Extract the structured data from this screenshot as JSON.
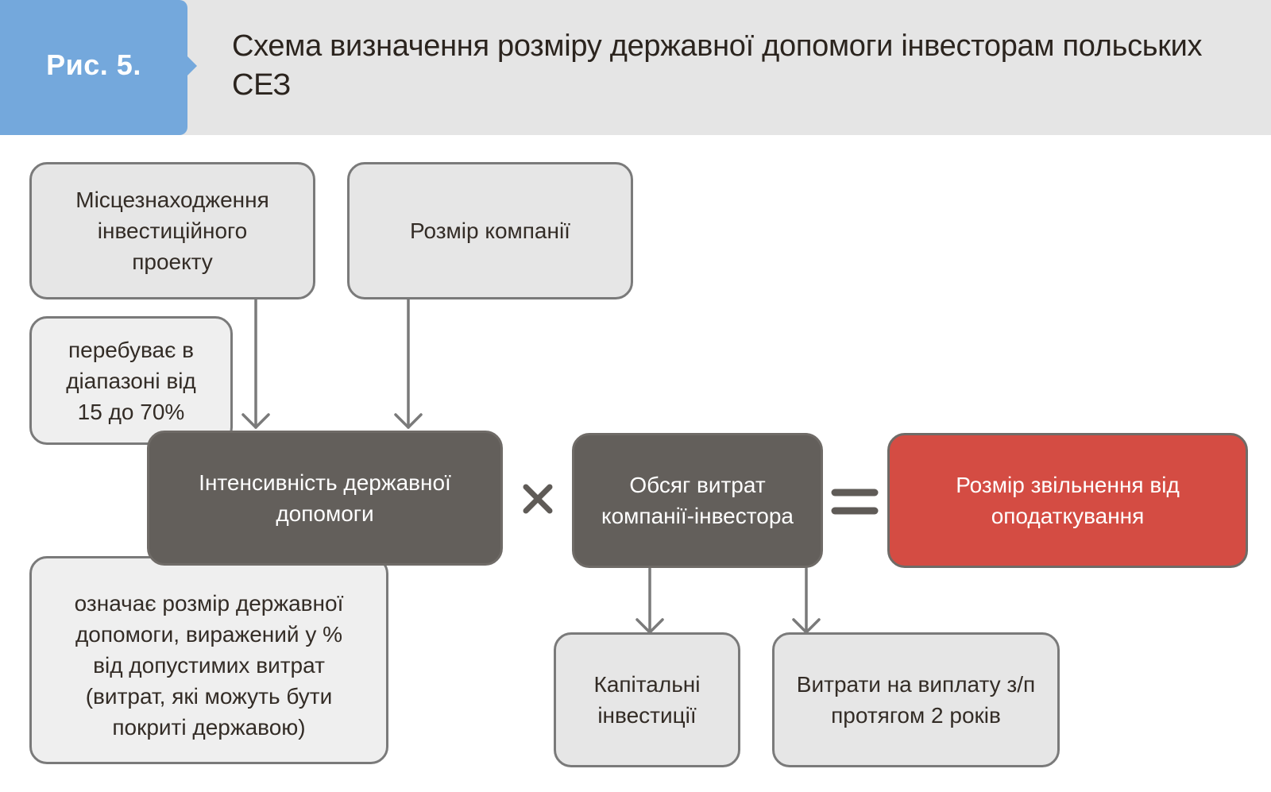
{
  "header": {
    "figure_label": "Рис. 5.",
    "title": "Схема визначення розміру державної допомоги інвесторам польських СЕЗ"
  },
  "colors": {
    "header_background": "#e5e5e5",
    "label_background": "#74a8dc",
    "light_box": "#e6e6e6",
    "dark_box": "#635f5b",
    "result_box": "#d44c43",
    "connector": "#7a7a7a"
  },
  "nodes": {
    "location": "Місцезнаходження\nінвестиційного\nпроекту",
    "company_size": "Розмір компанії",
    "range_note": "перебуває в\nдіапазоні від\n15 до 70%",
    "aid_intensity": "Інтенсивність державної\nдопомоги",
    "investor_expenses": "Обсяг витрат\nкомпанії-інвестора",
    "tax_exemption": "Розмір звільнення від\nоподаткування",
    "intensity_definition": "означає розмір державної\nдопомоги, виражений у %\nвід допустимих витрат\n(витрат, які можуть бути\nпокриті державою)",
    "capital_investment": "Капітальні\nінвестиції",
    "payroll_costs": "Витрати на виплату з/п\nпротягом 2 років"
  },
  "operators": {
    "multiply": "multiply-icon",
    "equals": "equals-icon"
  }
}
